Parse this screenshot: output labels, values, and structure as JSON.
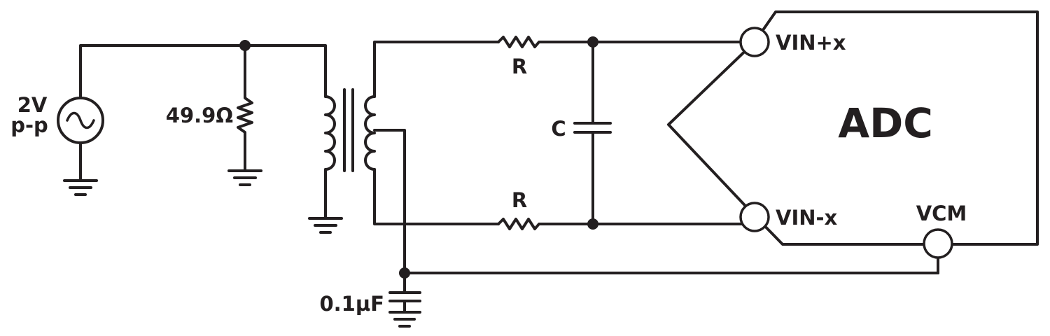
{
  "diagram": {
    "source": {
      "label_line1": "2V",
      "label_line2": "p-p"
    },
    "termination_resistor": {
      "label": "49.9Ω"
    },
    "series_resistor_top": {
      "label": "R"
    },
    "series_resistor_bottom": {
      "label": "R"
    },
    "differential_capacitor": {
      "label": "C"
    },
    "bypass_capacitor": {
      "label": "0.1µF"
    },
    "adc": {
      "label": "ADC",
      "pins": {
        "vin_plus": "VIN+x",
        "vin_minus": "VIN-x",
        "vcm": "VCM"
      }
    }
  }
}
